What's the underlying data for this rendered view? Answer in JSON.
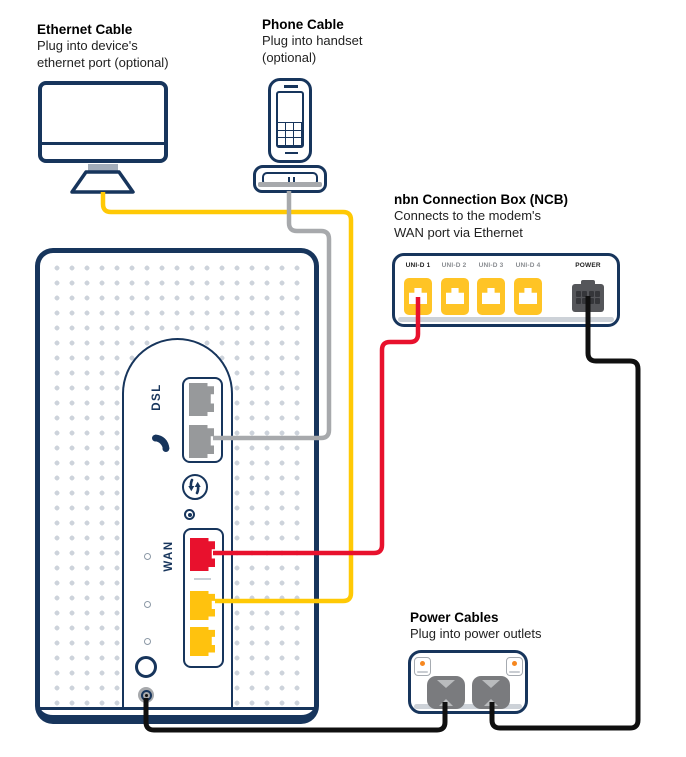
{
  "annotations": {
    "ethernet": {
      "title": "Ethernet Cable",
      "lines": [
        "Plug into device's",
        "ethernet port (optional)"
      ]
    },
    "phone": {
      "title": "Phone Cable",
      "lines": [
        "Plug into handset",
        "(optional)"
      ]
    },
    "ncb": {
      "title": "nbn Connection Box (NCB)",
      "lines": [
        "Connects to the modem's",
        "WAN port via Ethernet"
      ]
    },
    "power": {
      "title": "Power Cables",
      "lines": [
        "Plug into power outlets"
      ]
    }
  },
  "ncb": {
    "port_labels": [
      {
        "label": "UNI-D 1"
      },
      {
        "label": "UNI-D 2"
      },
      {
        "label": "UNI-D 3"
      },
      {
        "label": "UNI-D 4"
      }
    ],
    "power_label": "POWER"
  },
  "modem": {
    "dsl_label": "DSL",
    "wan_label": "WAN"
  },
  "icons": {
    "phone_handset": "telephone-receiver shape",
    "sync": "two circular arrows",
    "led_ring": "concentric circle"
  },
  "colors": {
    "navy": "#17355C",
    "cable_yellow": "#FFC905",
    "cable_gray": "#A7A9AC",
    "cable_red": "#E8112D",
    "cable_black": "#101010",
    "port_yellow": "#FFC20E",
    "port_red": "#E8112D",
    "port_gray": "#97999B",
    "jack_yellow": "#FFC425",
    "dot_gray": "#CDD3DB",
    "orange": "#F6871F",
    "socket_gray": "#7A7B7E",
    "connector_gray": "#55565A"
  }
}
